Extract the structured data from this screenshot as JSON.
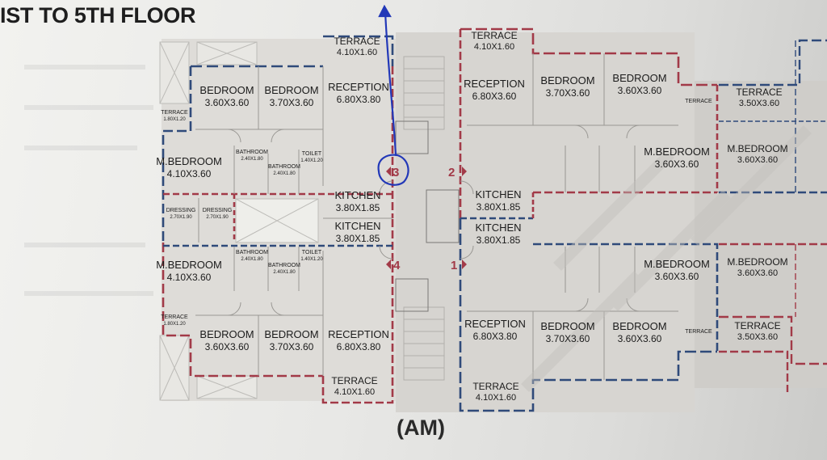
{
  "title": "IST TO 5TH FLOOR",
  "footer_label": "(AM)",
  "colors": {
    "wall_red": "#a23a48",
    "wall_blue": "#2f4a7a",
    "paper": "#ecebe8",
    "room_fill": "#d9d7d3",
    "annotation_blue": "#2238b8"
  },
  "flat_markers": [
    "1",
    "2",
    "3",
    "4"
  ],
  "rooms": [
    {
      "id": "terrace-top-left-unit",
      "name": "TERRACE",
      "dim": "4.10X1.60",
      "size": "m"
    },
    {
      "id": "bedroom-a1",
      "name": "BEDROOM",
      "dim": "3.60X3.60",
      "size": "l"
    },
    {
      "id": "bedroom-a2",
      "name": "BEDROOM",
      "dim": "3.70X3.60",
      "size": "l"
    },
    {
      "id": "reception-a",
      "name": "RECEPTION",
      "dim": "6.80X3.80",
      "size": "l"
    },
    {
      "id": "terrace-a-side",
      "name": "TERRACE",
      "dim": "1.80X1.20",
      "size": "s"
    },
    {
      "id": "mbedroom-a",
      "name": "M.BEDROOM",
      "dim": "4.10X3.60",
      "size": "l"
    },
    {
      "id": "bathroom-a1",
      "name": "BATHROOM",
      "dim": "2.40X1.80",
      "size": "s"
    },
    {
      "id": "bathroom-a2",
      "name": "BATHROOM",
      "dim": "2.40X1.80",
      "size": "s"
    },
    {
      "id": "toilet-a",
      "name": "TOILET",
      "dim": "1.40X1.20",
      "size": "s"
    },
    {
      "id": "kitchen-a",
      "name": "KITCHEN",
      "dim": "3.80X1.85",
      "size": "l"
    },
    {
      "id": "dressing-a1",
      "name": "DRESSING",
      "dim": "2.70X1.90",
      "size": "s"
    },
    {
      "id": "dressing-a2",
      "name": "DRESSING",
      "dim": "2.70X1.90",
      "size": "s"
    },
    {
      "id": "kitchen-b",
      "name": "KITCHEN",
      "dim": "3.80X1.85",
      "size": "l"
    },
    {
      "id": "mbedroom-b",
      "name": "M.BEDROOM",
      "dim": "4.10X3.60",
      "size": "l"
    },
    {
      "id": "bathroom-b1",
      "name": "BATHROOM",
      "dim": "2.40X1.80",
      "size": "s"
    },
    {
      "id": "bathroom-b2",
      "name": "BATHROOM",
      "dim": "2.40X1.80",
      "size": "s"
    },
    {
      "id": "toilet-b",
      "name": "TOILET",
      "dim": "1.40X1.20",
      "size": "s"
    },
    {
      "id": "terrace-b-side",
      "name": "TERRACE",
      "dim": "1.80X1.20",
      "size": "s"
    },
    {
      "id": "bedroom-b1",
      "name": "BEDROOM",
      "dim": "3.60X3.60",
      "size": "l"
    },
    {
      "id": "bedroom-b2",
      "name": "BEDROOM",
      "dim": "3.70X3.60",
      "size": "l"
    },
    {
      "id": "reception-b",
      "name": "RECEPTION",
      "dim": "6.80X3.80",
      "size": "l"
    },
    {
      "id": "terrace-bottom-left-unit",
      "name": "TERRACE",
      "dim": "4.10X1.60",
      "size": "m"
    },
    {
      "id": "terrace-top-right-unit",
      "name": "TERRACE",
      "dim": "4.10X1.60",
      "size": "m"
    },
    {
      "id": "reception-c",
      "name": "RECEPTION",
      "dim": "6.80X3.60",
      "size": "l"
    },
    {
      "id": "bedroom-c1",
      "name": "BEDROOM",
      "dim": "3.70X3.60",
      "size": "l"
    },
    {
      "id": "bedroom-c2",
      "name": "BEDROOM",
      "dim": "3.60X3.60",
      "size": "l"
    },
    {
      "id": "terrace-c-side",
      "name": "TERRACE",
      "dim": "",
      "size": "s"
    },
    {
      "id": "kitchen-c",
      "name": "KITCHEN",
      "dim": "3.80X1.85",
      "size": "l"
    },
    {
      "id": "mbedroom-c",
      "name": "M.BEDROOM",
      "dim": "3.60X3.60",
      "size": "l"
    },
    {
      "id": "kitchen-d",
      "name": "KITCHEN",
      "dim": "3.80X1.85",
      "size": "l"
    },
    {
      "id": "mbedroom-d",
      "name": "M.BEDROOM",
      "dim": "3.60X3.60",
      "size": "l"
    },
    {
      "id": "reception-d",
      "name": "RECEPTION",
      "dim": "6.80X3.80",
      "size": "l"
    },
    {
      "id": "bedroom-d1",
      "name": "BEDROOM",
      "dim": "3.70X3.60",
      "size": "l"
    },
    {
      "id": "bedroom-d2",
      "name": "BEDROOM",
      "dim": "3.60X3.60",
      "size": "l"
    },
    {
      "id": "terrace-d-side",
      "name": "TERRACE",
      "dim": "",
      "size": "s"
    },
    {
      "id": "terrace-bottom-right-unit",
      "name": "TERRACE",
      "dim": "4.10X1.60",
      "size": "m"
    },
    {
      "id": "terrace-far-right-top",
      "name": "TERRACE",
      "dim": "3.50X3.60",
      "size": "m"
    },
    {
      "id": "mbedroom-far-right-top",
      "name": "M.BEDROOM",
      "dim": "3.60X3.60",
      "size": "m"
    },
    {
      "id": "mbedroom-far-right-bottom",
      "name": "M.BEDROOM",
      "dim": "3.60X3.60",
      "size": "m"
    },
    {
      "id": "terrace-far-right-bottom",
      "name": "TERRACE",
      "dim": "3.50X3.60",
      "size": "m"
    }
  ]
}
